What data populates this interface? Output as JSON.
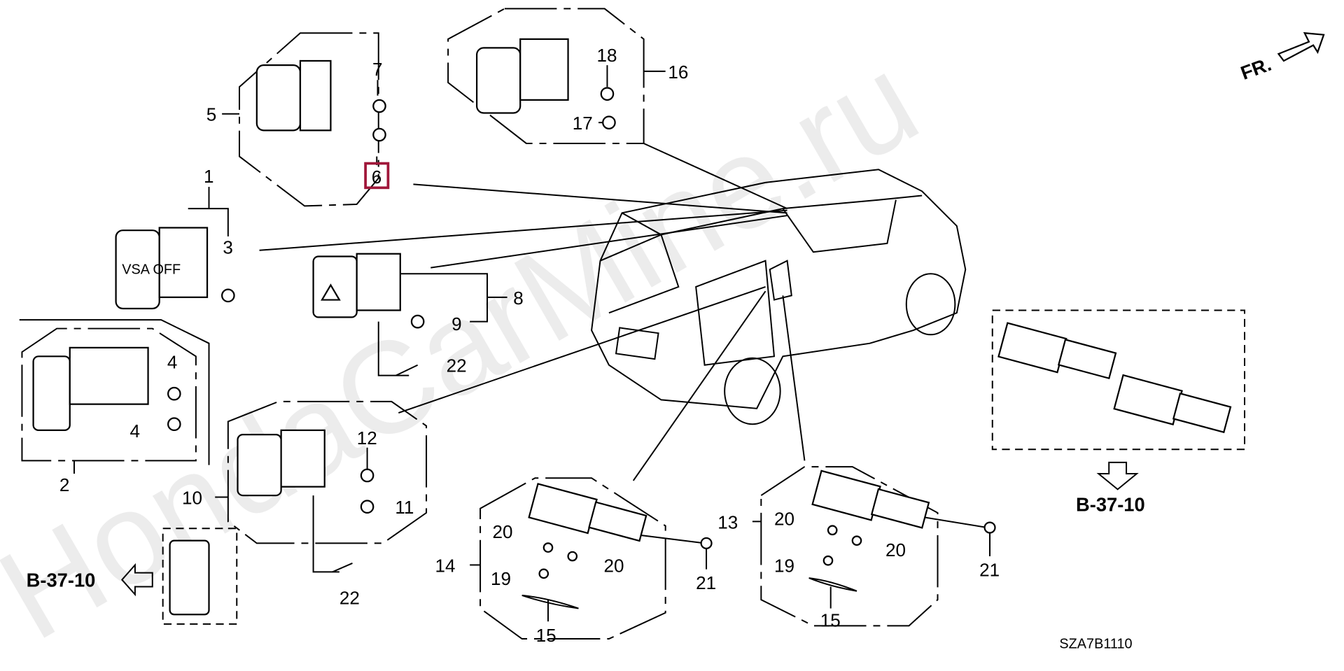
{
  "diagram_code": "SZA7B1110",
  "watermark": "HondaCarMine.ru",
  "direction_marker": "FR.",
  "highlight_color": "#a0173a",
  "references": {
    "left": "B-37-10",
    "right": "B-37-10"
  },
  "callouts": {
    "c1": "1",
    "c2": "2",
    "c3": "3",
    "c4a": "4",
    "c4b": "4",
    "c5": "5",
    "c6": "6",
    "c7": "7",
    "c8": "8",
    "c9": "9",
    "c10": "10",
    "c11": "11",
    "c12": "12",
    "c13": "13",
    "c14": "14",
    "c15a": "15",
    "c15b": "15",
    "c16": "16",
    "c17": "17",
    "c18": "18",
    "c19a": "19",
    "c19b": "19",
    "c20a": "20",
    "c20b": "20",
    "c20c": "20",
    "c20d": "20",
    "c21a": "21",
    "c21b": "21",
    "c22a": "22",
    "c22b": "22"
  },
  "switch_labels": {
    "vsa": "VSA OFF"
  }
}
